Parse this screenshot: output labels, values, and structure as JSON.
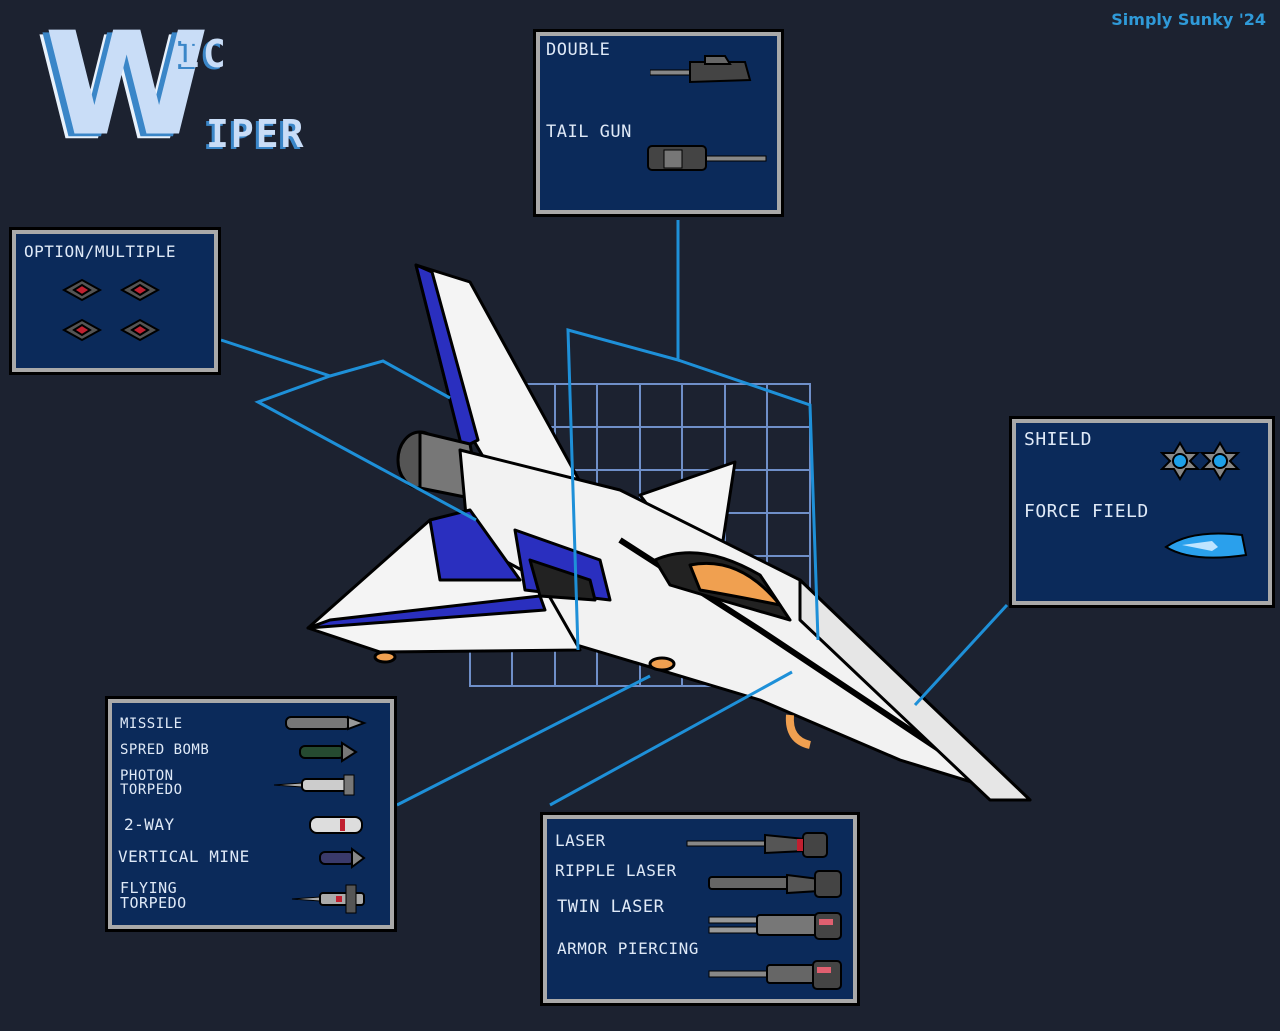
{
  "credit": "Simply Sunky '24",
  "logo": {
    "big_letter": "W",
    "line1": "IC",
    "line2": "IPER"
  },
  "panels": {
    "double_tail": {
      "items": [
        "DOUBLE",
        "TAIL GUN"
      ]
    },
    "option": {
      "title": "OPTION/MULTIPLE"
    },
    "shield": {
      "items": [
        "SHIELD",
        "FORCE FIELD"
      ]
    },
    "missiles": {
      "items": [
        "MISSILE",
        "SPRED BOMB",
        "PHOTON\nTORPEDO",
        "2-WAY",
        "VERTICAL MINE",
        "FLYING\nTORPEDO"
      ]
    },
    "lasers": {
      "items": [
        "LASER",
        "RIPPLE LASER",
        "TWIN LASER",
        "ARMOR PIERCING"
      ]
    }
  },
  "colors": {
    "background": "#1c2230",
    "panel": "#0b2a5a",
    "leader_line": "#1e90d8",
    "ship_accent": "#2a2fbf",
    "cockpit": "#f0a050"
  }
}
